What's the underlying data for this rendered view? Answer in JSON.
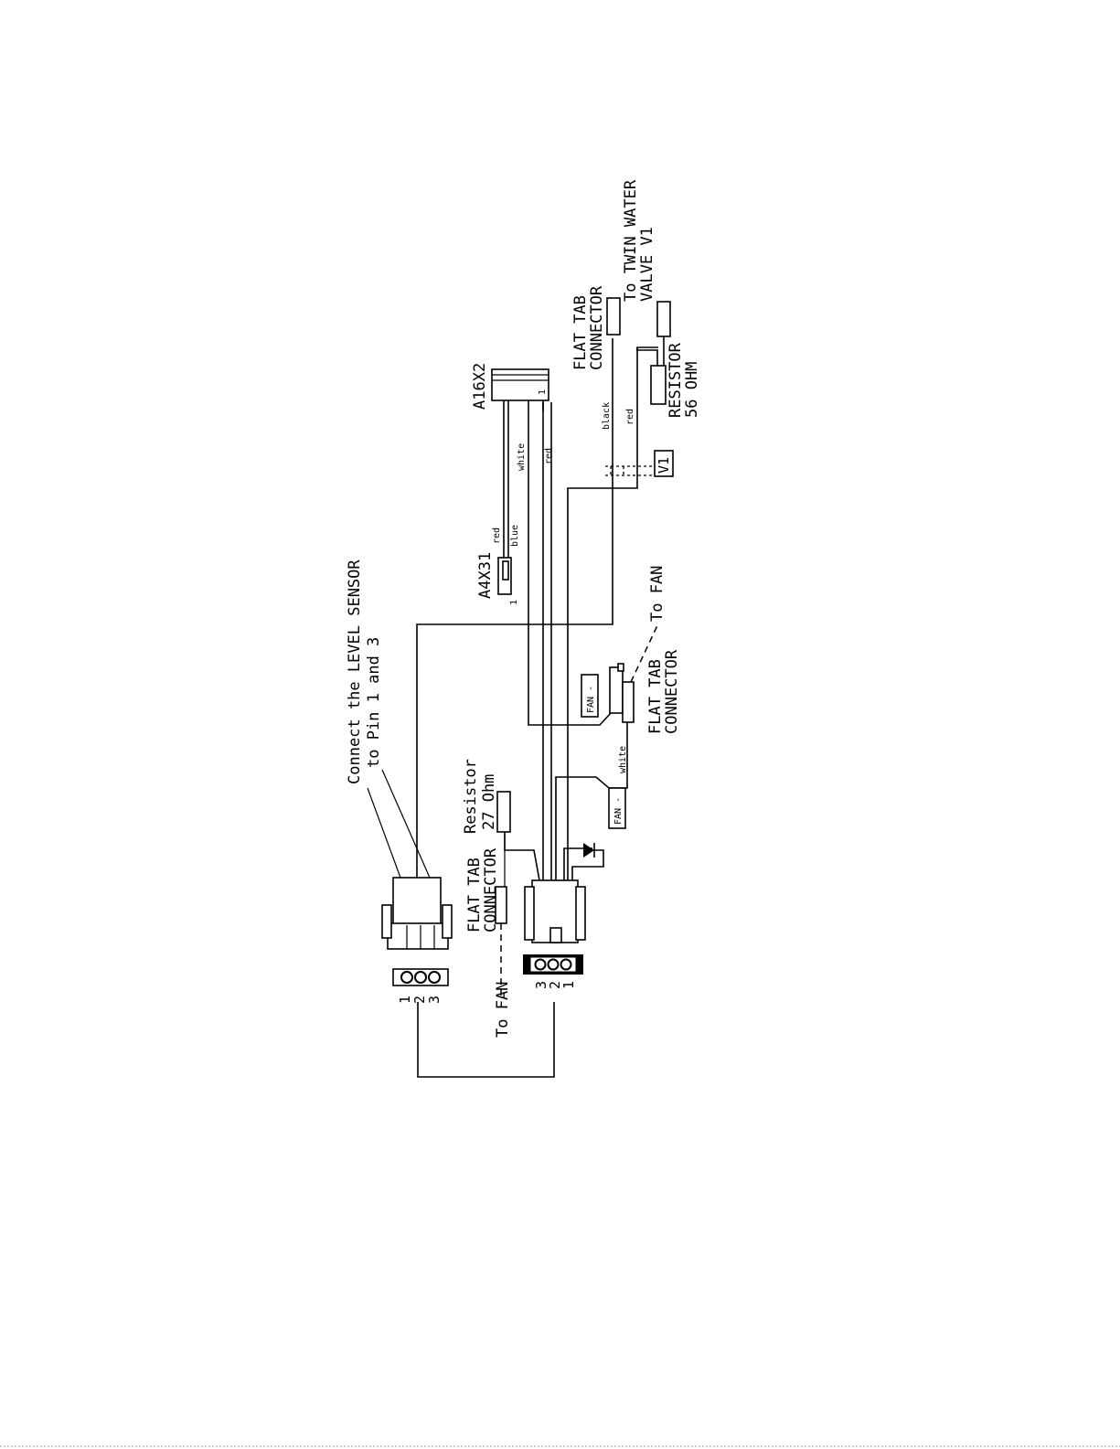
{
  "labels": {
    "level_sensor_line1": "Connect the LEVEL SENSOR",
    "level_sensor_line2": "to Pin 1 and 3",
    "resistor27_line1": "Resistor",
    "resistor27_line2": "27 Ohm",
    "flat_tab_left_line1": "FLAT TAB",
    "flat_tab_left_line2": "CONNECTOR",
    "to_fan_left": "To FAN",
    "a4x31": "A4X31",
    "a16x2": "A16X2",
    "flat_tab_fan_line1": "FLAT TAB",
    "flat_tab_fan_line2": "CONNECTOR",
    "to_fan_right": "To FAN",
    "fan_minus_top": "FAN -",
    "fan_minus_bottom": "FAN -",
    "flat_tab_top_line1": "FLAT TAB",
    "flat_tab_top_line2": "CONNECTOR",
    "twin_valve_line1": "To TWIN WATER",
    "twin_valve_line2": "VALVE V1",
    "resistor56_line1": "RESISTOR",
    "resistor56_line2": "56 OHM",
    "v1": "V1"
  },
  "wires": {
    "red": "red",
    "blue": "blue",
    "white": "white",
    "red2": "red",
    "black": "black",
    "red3": "red",
    "white_fan": "white"
  },
  "pins": {
    "a4x31_pin": "1",
    "a16x2_pin": "1",
    "left_conn": [
      "1",
      "2",
      "3"
    ],
    "right_conn": [
      "3",
      "2",
      "1"
    ]
  }
}
